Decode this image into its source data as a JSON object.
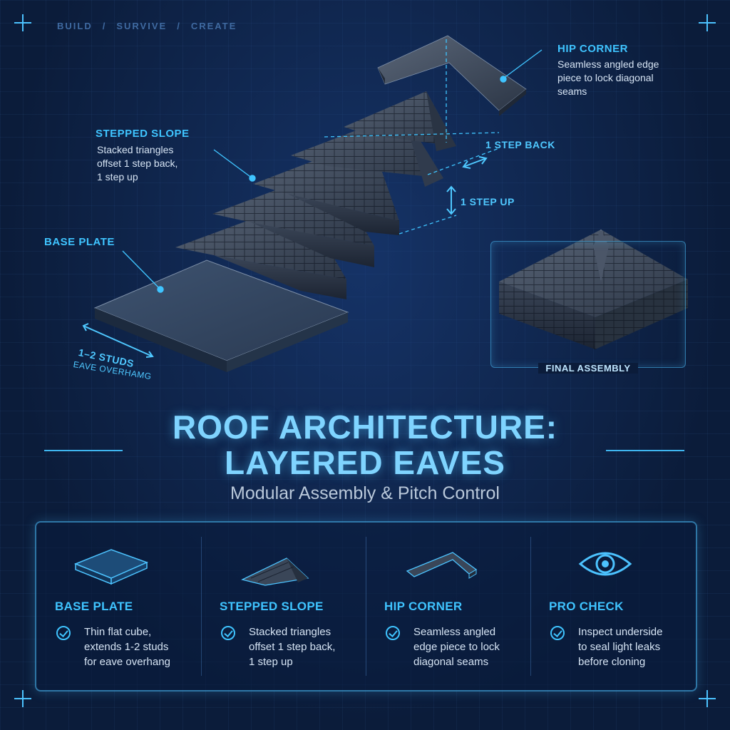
{
  "breadcrumb": [
    "BUILD",
    "SURVIVE",
    "CREATE"
  ],
  "breadcrumb_separator": "/",
  "callouts": {
    "hip_corner": {
      "title": "HIP CORNER",
      "desc": [
        "Seamless angled edge",
        "piece to lock diagonal",
        "seams"
      ]
    },
    "stepped_slope": {
      "title": "STEPPED SLOPE",
      "desc": [
        "Stacked triangles",
        "offset 1 step back,",
        "1 step up"
      ]
    },
    "base_plate": {
      "title": "BASE PLATE"
    }
  },
  "dimensions": {
    "step_back": "1 STEP BACK",
    "step_up": "1 STEP UP",
    "studs": "1–2 STUDS",
    "eave": "EAVE OVERHAMG"
  },
  "inset_label": "FINAL ASSEMBLY",
  "title": {
    "line1": "ROOF ARCHITECTURE:",
    "line2": "LAYERED EAVES"
  },
  "subtitle": "Modular Assembly & Pitch Control",
  "cards": [
    {
      "title": "BASE PLATE",
      "icon": "base-plate-icon",
      "desc": [
        "Thin flat cube,",
        "extends 1-2 studs",
        "for eave overhang"
      ]
    },
    {
      "title": "STEPPED SLOPE",
      "icon": "stepped-slope-icon",
      "desc": [
        "Stacked triangles",
        "offset 1 step back,",
        "1 step up"
      ]
    },
    {
      "title": "HIP CORNER",
      "icon": "hip-corner-icon",
      "desc": [
        "Seamless angled",
        "edge piece to lock",
        "diagonal seams"
      ]
    },
    {
      "title": "PRO CHECK",
      "icon": "eye-icon",
      "desc": [
        "Inspect underside",
        "to seal light leaks",
        "before cloning"
      ]
    }
  ],
  "colors": {
    "accent": "#3fc4ff",
    "background": "#0b1c3a",
    "slate": "#3a4658"
  }
}
